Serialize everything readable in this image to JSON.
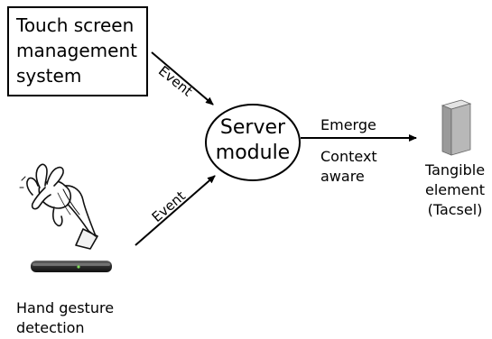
{
  "touch_box": {
    "label": "Touch screen\nmanagement\nsystem"
  },
  "server": {
    "label": "Server\nmodule"
  },
  "edges": {
    "touch_event": "Event",
    "hand_event": "Event",
    "emerge": "Emerge",
    "context_aware": "Context\naware"
  },
  "tangible": {
    "label": "Tangible\nelement\n(Tacsel)"
  },
  "hand": {
    "label": "Hand gesture\ndetection"
  },
  "colors": {
    "stroke": "#000000",
    "cube_front": "#b8b8b8",
    "cube_side": "#8f8f8f",
    "cube_top": "#e3e3e3"
  }
}
